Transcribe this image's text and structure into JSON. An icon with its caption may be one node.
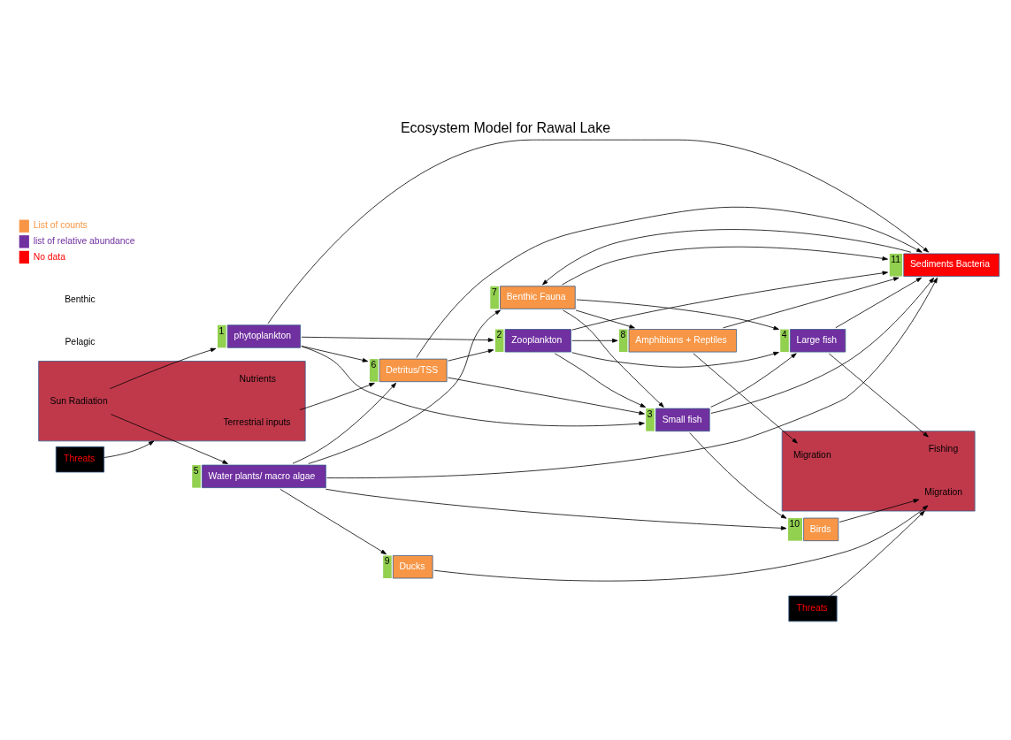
{
  "diagram": {
    "title": "Ecosystem Model for Rawal Lake",
    "nodes": [
      {
        "text": [],
        "shape": "box"
      },
      {
        "text": [
          "Nutrients"
        ],
        "in": 0
      },
      {
        "text": [
          "Sun Radiation"
        ],
        "in": 0
      },
      {
        "text": [
          "Terrestrial inputs"
        ],
        "in": 0
      },
      {
        "text": [
          "phytoplankton"
        ],
        "beside": [
          "1"
        ]
      },
      {
        "text": [
          "Zooplankton"
        ],
        "beside": [
          "2"
        ]
      },
      {
        "text": [
          "Birds"
        ],
        "beside": [
          "10"
        ]
      },
      {
        "text": [
          "Ducks"
        ],
        "beside": [
          "9"
        ]
      },
      {
        "text": [
          "Small fish"
        ],
        "beside": [
          "3"
        ]
      },
      {
        "text": [
          "Large fish"
        ],
        "beside": [
          "4"
        ]
      },
      {
        "text": [
          "Detritus/TSS"
        ],
        "beside": [
          "6"
        ]
      },
      {
        "text": [
          "Water plants/ macro algae"
        ],
        "beside": [
          "5"
        ]
      },
      {
        "text": [
          "Amphibians + Reptiles"
        ],
        "beside": [
          "8"
        ]
      },
      {
        "text": [
          "Benthic Fauna"
        ],
        "beside": [
          "7"
        ]
      },
      {
        "text": [
          "Sediments Bacteria"
        ],
        "beside": [
          "11"
        ]
      },
      {
        "text": [],
        "shape": "box"
      },
      {
        "text": [
          "Migration"
        ],
        "in": 15
      },
      {
        "text": [
          "Fishing"
        ],
        "in": 15
      },
      {
        "text": [
          "Migration"
        ],
        "in": 15
      },
      {
        "text": [
          "Threats"
        ]
      },
      {
        "text": [
          "Threats"
        ]
      }
    ],
    "edges": [
      {
        "from": 2,
        "to": 4,
        "arrow": "to"
      },
      {
        "from": 2,
        "to": 11,
        "arrow": "to"
      },
      {
        "from": 3,
        "to": 10,
        "arrow": "to"
      },
      {
        "from": 4,
        "to": 10,
        "arrow": "to"
      },
      {
        "from": 4,
        "to": 14,
        "arrow": "to"
      },
      {
        "from": 4,
        "to": 5,
        "arrow": "to"
      },
      {
        "from": 4,
        "to": 8,
        "arrow": "to"
      },
      {
        "from": 5,
        "to": 8,
        "arrow": "to"
      },
      {
        "from": 5,
        "to": 9,
        "arrow": "to"
      },
      {
        "from": 5,
        "to": 12,
        "arrow": "to"
      },
      {
        "from": 5,
        "to": 14,
        "arrow": "to"
      },
      {
        "from": 10,
        "to": 5,
        "arrow": "to"
      },
      {
        "from": 10,
        "to": 8,
        "arrow": "to"
      },
      {
        "from": 10,
        "to": 14,
        "arrow": "to"
      },
      {
        "from": 11,
        "to": 10,
        "arrow": "to"
      },
      {
        "from": 11,
        "to": 6,
        "arrow": "to"
      },
      {
        "from": 11,
        "to": 7,
        "arrow": "to"
      },
      {
        "from": 11,
        "to": 14,
        "arrow": "to"
      },
      {
        "from": 11,
        "to": 13,
        "arrow": "to"
      },
      {
        "from": 8,
        "to": 6,
        "arrow": "to"
      },
      {
        "from": 8,
        "to": 9,
        "arrow": "to"
      },
      {
        "from": 8,
        "to": 14,
        "arrow": "to"
      },
      {
        "from": 13,
        "to": 8,
        "arrow": "to"
      },
      {
        "from": 13,
        "to": 9,
        "arrow": "to"
      },
      {
        "from": 13,
        "to": 12,
        "arrow": "to"
      },
      {
        "from": 13,
        "to": 14,
        "arrow": "to"
      },
      {
        "from": 14,
        "to": 13,
        "arrow": "to"
      },
      {
        "from": 9,
        "to": 14,
        "arrow": "to"
      },
      {
        "from": 12,
        "to": 14,
        "arrow": "to"
      },
      {
        "from": 6,
        "to": 16,
        "arrow": "to"
      },
      {
        "from": 7,
        "to": 16,
        "arrow": "to"
      },
      {
        "from": 9,
        "to": 17,
        "arrow": "to"
      },
      {
        "from": 12,
        "to": 18,
        "arrow": "to"
      },
      {
        "from": 19,
        "to": 0,
        "arrow": "to"
      },
      {
        "from": 20,
        "to": 15,
        "arrow": "to"
      }
    ],
    "labels": [
      "Pelagic",
      "Benthic"
    ],
    "legend": [
      {
        "text": "List of counts",
        "color": "#f79646"
      },
      {
        "text": "list of relative abundance",
        "color": "#7030a0"
      },
      {
        "text": "No data",
        "color": "#ff0000"
      }
    ]
  }
}
